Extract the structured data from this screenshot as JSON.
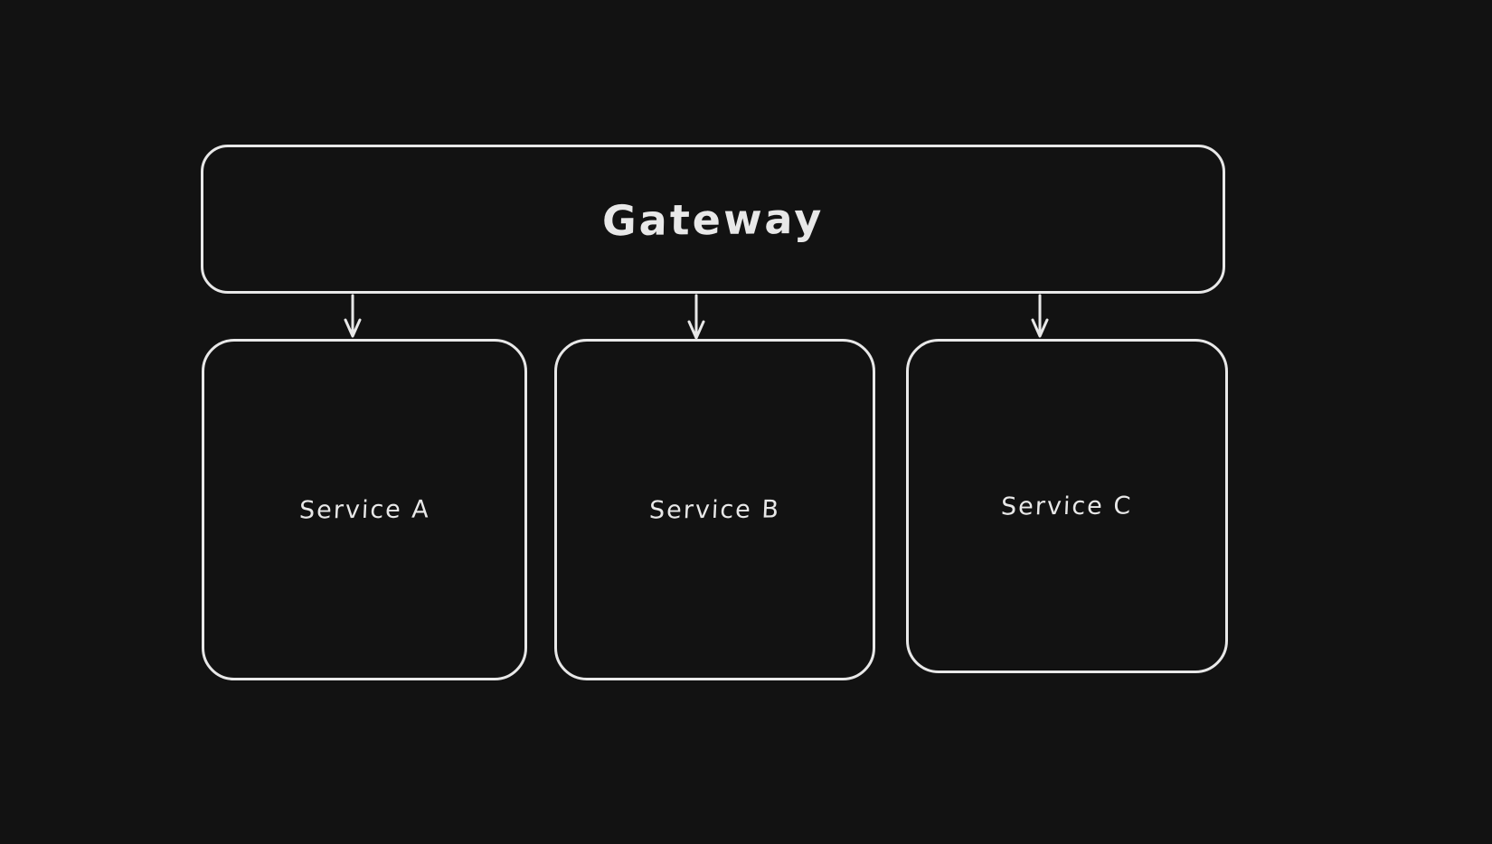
{
  "theme": {
    "background": "#121212",
    "stroke_color": "#e8e8e8",
    "text_color": "#e8e8e8"
  },
  "diagram": {
    "type": "flowchart",
    "style": "hand-drawn",
    "nodes": [
      {
        "id": "gateway",
        "label": "Gateway",
        "shape": "rounded-rectangle"
      },
      {
        "id": "service-a",
        "label": "Service A",
        "shape": "rounded-rectangle"
      },
      {
        "id": "service-b",
        "label": "Service B",
        "shape": "rounded-rectangle"
      },
      {
        "id": "service-c",
        "label": "Service C",
        "shape": "rounded-rectangle"
      }
    ],
    "edges": [
      {
        "from": "gateway",
        "to": "service-a",
        "type": "arrow-down"
      },
      {
        "from": "gateway",
        "to": "service-b",
        "type": "arrow-down"
      },
      {
        "from": "gateway",
        "to": "service-c",
        "type": "arrow-down"
      }
    ]
  }
}
